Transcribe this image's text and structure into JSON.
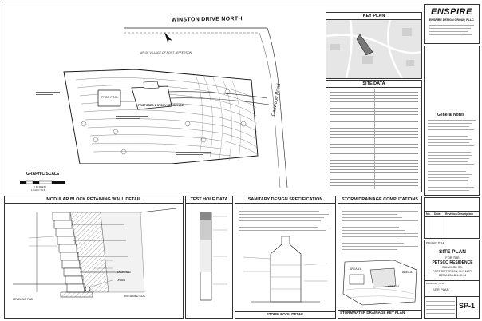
{
  "site_plan": {
    "road_top": "WINSTON DRIVE NORTH",
    "road_right": "Oakwood Road",
    "village_label": "N/F OF VILLAGE OF PORT JEFFERSON",
    "residence_label": "PROPOSED 2 STORY RESIDENCE",
    "pool_label": "PROP. POOL",
    "graphic_scale": "GRAPHIC SCALE",
    "scale_note": "( IN FEET )",
    "scale_ratio": "1 inch = 30 ft."
  },
  "key_plan": {
    "title": "KEY PLAN"
  },
  "site_data": {
    "title": "SITE DATA"
  },
  "firm": {
    "logo": "ENSPIRE",
    "name": "ENSPIRE DESIGN GROUP, PLLC"
  },
  "general_notes": {
    "title": "General Notes"
  },
  "details": {
    "retaining_wall": "MODULAR BLOCK RETAINING WALL DETAIL",
    "test_hole": "TEST HOLE DATA",
    "sanitary": "SANITARY DESIGN SPECIFICATION",
    "storm": "STORM DRAINAGE COMPUTATIONS",
    "storm_pool": "STORM POOL DETAIL",
    "storm_key": "STORMWATER DRAINAGE KEY PLAN",
    "leveling_pad": "LEVELING PAD",
    "drain": "DRAIN",
    "backfill": "BACKFILL",
    "retained_soil": "RETAINED SOIL",
    "area1": "AREA #1",
    "area2": "AREA #2",
    "area3": "AREA #3"
  },
  "revisions": {
    "no": "No.",
    "date": "Date",
    "desc": "Revision Description"
  },
  "title_block": {
    "project_title_label": "PROJECT TITLE",
    "sheet_title": "SITE PLAN",
    "for": "FOR THE",
    "residence": "PETSCO RESIDENCE",
    "address1": "OAKWOOD RD.",
    "address2": "PORT JEFFERSON, N.Y. 11777",
    "sctm": "SCTM: 208-B-1-12.04",
    "drawing_title_label": "DRAWING TITLE",
    "drawing_title": "SITE PLAN",
    "sheet_no": "SP-1"
  }
}
